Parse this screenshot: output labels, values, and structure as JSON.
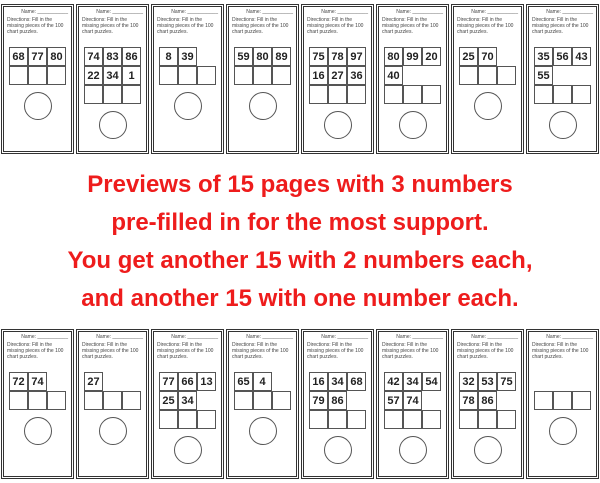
{
  "worksheet": {
    "name_label": "Name: ___________",
    "directions": "Directions: Fill in the missing pieces of the 100 chart puzzles."
  },
  "cards": [
    {
      "numbers": [
        "68",
        "77",
        "80"
      ]
    },
    {
      "numbers": [
        "74",
        "83",
        "86",
        "22",
        "34",
        "1"
      ]
    },
    {
      "numbers": [
        "8",
        "39"
      ]
    },
    {
      "numbers": [
        "59",
        "80",
        "89"
      ]
    },
    {
      "numbers": [
        "75",
        "78",
        "97",
        "16",
        "27",
        "36"
      ]
    },
    {
      "numbers": [
        "80",
        "99",
        "20",
        "40"
      ]
    },
    {
      "numbers": [
        "25",
        "70"
      ]
    },
    {
      "numbers": [
        "35",
        "56",
        "43",
        "55"
      ]
    },
    {
      "numbers": [
        "72",
        "74"
      ]
    },
    {
      "numbers": [
        "27"
      ]
    },
    {
      "numbers": [
        "77",
        "66",
        "13",
        "25",
        "34"
      ]
    },
    {
      "numbers": [
        "65",
        "4"
      ]
    },
    {
      "numbers": [
        "16",
        "34",
        "68",
        "79",
        "86"
      ]
    },
    {
      "numbers": [
        "42",
        "34",
        "54",
        "57",
        "74"
      ]
    },
    {
      "numbers": [
        "32",
        "53",
        "75",
        "78",
        "86"
      ]
    },
    {
      "numbers": []
    }
  ],
  "overlay": {
    "line1": "Previews of 15 pages with 3 numbers",
    "line2": "pre-filled in for the most support.",
    "line3": "You get another 15 with 2 numbers each,",
    "line4": "and another 15 with one number each.",
    "color": "#ee1c1c"
  }
}
